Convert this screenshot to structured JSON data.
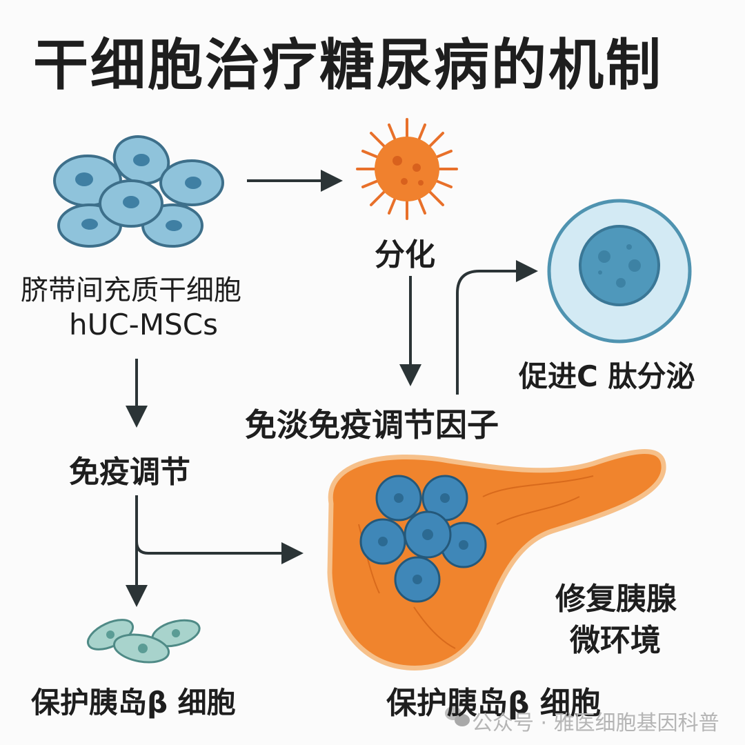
{
  "title": "干细胞治疗糖尿病的机制",
  "labels": {
    "stem_cell_cn": "脐带间充质干细胞",
    "stem_cell_en": "hUC-MSCs",
    "differentiation": "分化",
    "immune_regulation": "免疫调节",
    "immune_factors": "免淡免疫调节因子",
    "c_peptide": "促进C 肽分泌",
    "repair_line1": "修复胰腺",
    "repair_line2": "微环境",
    "protect_left": "保护胰岛β 细胞",
    "protect_right": "保护胰岛β 细胞"
  },
  "watermark": "公众号 · 雅医细胞基因科普",
  "colors": {
    "cell_blue": "#8fc3db",
    "orange": "#f0812e",
    "arrow": "#2b3436"
  }
}
